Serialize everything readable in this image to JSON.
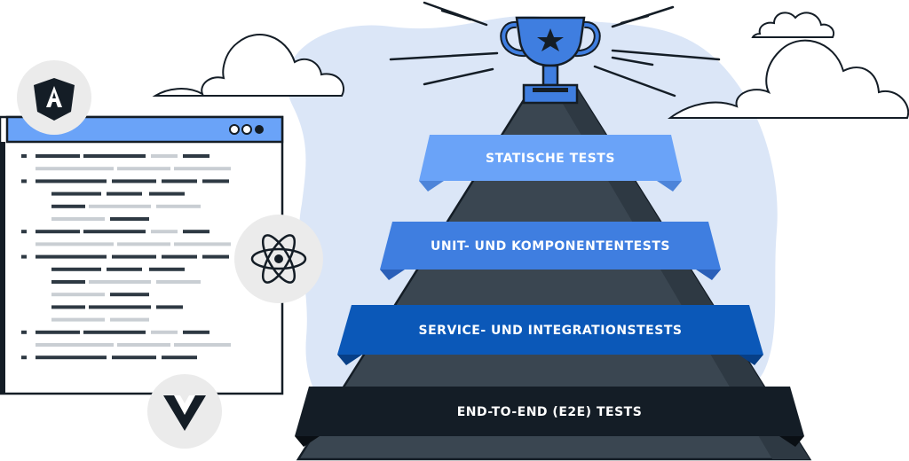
{
  "pyramid": {
    "levels": [
      {
        "label": "STATISCHE TESTS",
        "color": "#6aa3f8",
        "fold": "#4d84d9"
      },
      {
        "label": "UNIT- UND KOMPONENTENTESTS",
        "color": "#3f7ee0",
        "fold": "#2a5fb8"
      },
      {
        "label": "SERVICE- UND INTEGRATIONSTESTS",
        "color": "#0b58b8",
        "fold": "#073f87"
      },
      {
        "label": "END-TO-END (E2E) TESTS",
        "color": "#141d26",
        "fold": "#0a0f14"
      }
    ],
    "body_color": "#3a4651"
  },
  "frameworks": [
    {
      "name": "angular-icon"
    },
    {
      "name": "react-icon"
    },
    {
      "name": "vue-icon"
    }
  ],
  "colors": {
    "blob": "#dbe6f7",
    "browser_bar": "#6aa3f8",
    "dark": "#141d26",
    "trophy": "#3f7ee0"
  }
}
